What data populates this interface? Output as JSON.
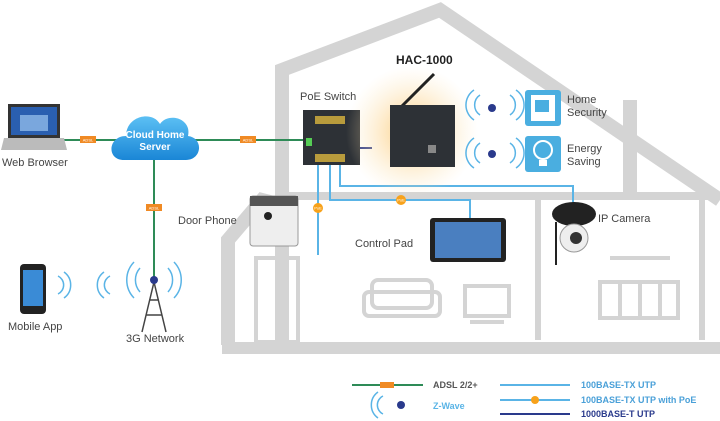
{
  "labels": {
    "web_browser": "Web Browser",
    "cloud_line1": "Cloud Home",
    "cloud_line2": "Server",
    "network": "3G Network",
    "mobile_app": "Mobile App",
    "door_phone": "Door Phone",
    "poe_switch": "PoE Switch",
    "hac": "HAC-1000",
    "home_security_1": "Home",
    "home_security_2": "Security",
    "energy_saving_1": "Energy",
    "energy_saving_2": "Saving",
    "control_pad": "Control Pad",
    "ip_camera": "IP Camera",
    "adsl_tag": "ADSL",
    "poe_tag": "PoE"
  },
  "legend": {
    "adsl": "ADSL 2/2+",
    "zwave": "Z-Wave",
    "tx": "100BASE-TX UTP",
    "tx_poe": "100BASE-TX UTP with PoE",
    "t": "1000BASE-T UTP"
  },
  "colors": {
    "adsl_line": "#2e8b57",
    "tx_line": "#5ab4e6",
    "t_line": "#2a3a8c",
    "tag": "#f08a24",
    "house": "#d4d4d4",
    "icon_tile": "#4aaee0"
  }
}
